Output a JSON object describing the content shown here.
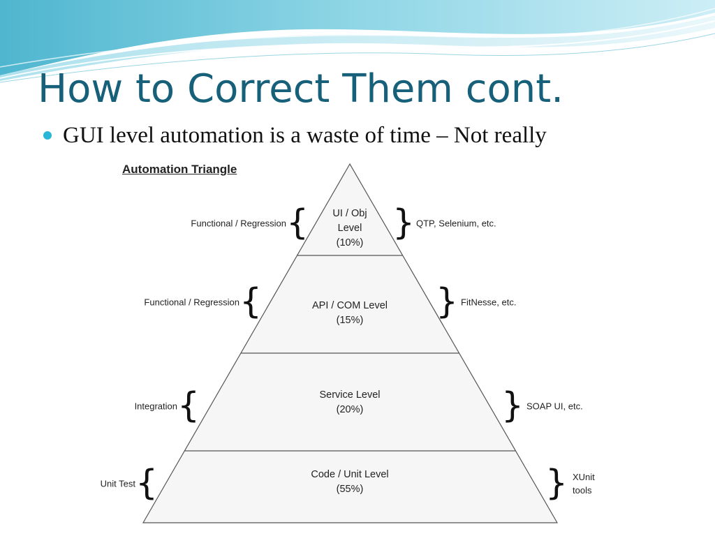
{
  "slide": {
    "title": "How to Correct Them cont.",
    "bullet": "GUI level automation is a waste of time – Not really"
  },
  "diagram": {
    "title": "Automation Triangle",
    "levels": [
      {
        "lines": [
          "UI / Obj",
          "Level",
          "(10%)"
        ],
        "left_label": [
          "Functional / Regression"
        ],
        "right_label": [
          "QTP, Selenium, etc."
        ]
      },
      {
        "lines": [
          "API / COM Level",
          "(15%)"
        ],
        "left_label": [
          "Functional / Regression"
        ],
        "right_label": [
          "FitNesse, etc."
        ]
      },
      {
        "lines": [
          "Service Level",
          "(20%)"
        ],
        "left_label": [
          "Integration"
        ],
        "right_label": [
          "SOAP UI, etc."
        ]
      },
      {
        "lines": [
          "Code / Unit Level",
          "(55%)"
        ],
        "left_label": [
          "Unit Test"
        ],
        "right_label": [
          "XUnit",
          "tools"
        ]
      }
    ]
  },
  "colors": {
    "title": "#17607a",
    "bullet": "#2ab7d6",
    "triangle_fill": "#f6f6f6",
    "triangle_stroke": "#555555"
  },
  "icons": {
    "left_brace": "{",
    "right_brace": "}"
  }
}
